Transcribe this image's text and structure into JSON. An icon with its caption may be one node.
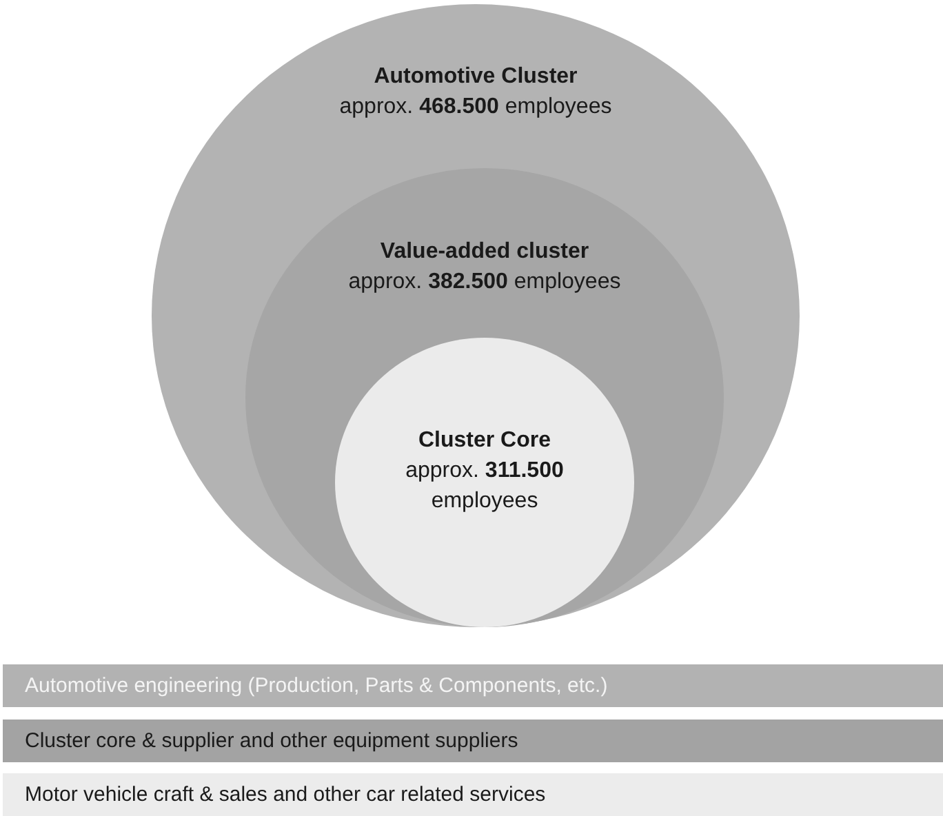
{
  "diagram": {
    "nodes": [
      {
        "text": [
          "Automotive Cluster",
          "approx. **468.500** employees"
        ]
      },
      {
        "text": [
          "Value-added cluster",
          "approx. **382.500** employees"
        ],
        "in": 0
      },
      {
        "text": [
          "Cluster Core",
          "approx. **311.500** employees"
        ],
        "in": 1
      }
    ],
    "legend": [
      {
        "text": "Automotive engineering (Production, Parts & Components, etc.)",
        "color": "#b2b2b2"
      },
      {
        "text": "Cluster core & supplier and other equipment suppliers",
        "color": "#a3a3a3"
      },
      {
        "text": "Motor vehicle craft & sales and other car related services",
        "color": "#ececec"
      }
    ]
  }
}
